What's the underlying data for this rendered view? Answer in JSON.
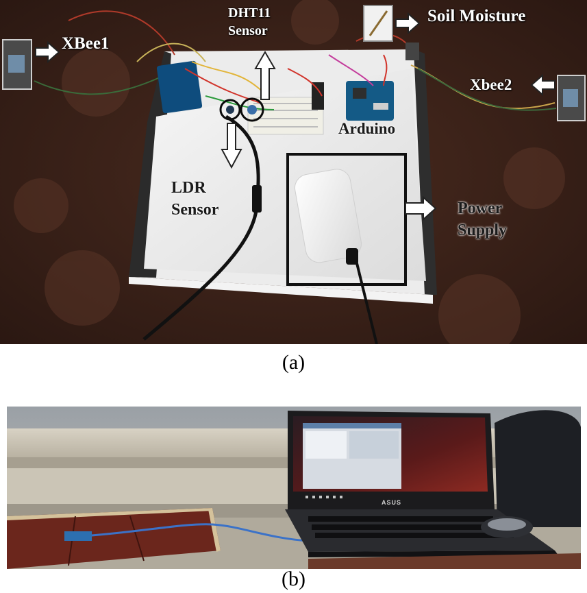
{
  "panel_a": {
    "caption": "(a)",
    "labels": {
      "xbee1": "XBee1",
      "dht11_line1": "DHT11",
      "dht11_line2": "Sensor",
      "soil_moisture": "Soil Moisture",
      "xbee2": "Xbee2",
      "arduino": "Arduino",
      "ldr_line1": "LDR",
      "ldr_line2": "Sensor",
      "power_line1": "Power",
      "power_line2": "Supply"
    }
  },
  "panel_b": {
    "caption": "(b)",
    "laptop_brand": "ASUS"
  }
}
